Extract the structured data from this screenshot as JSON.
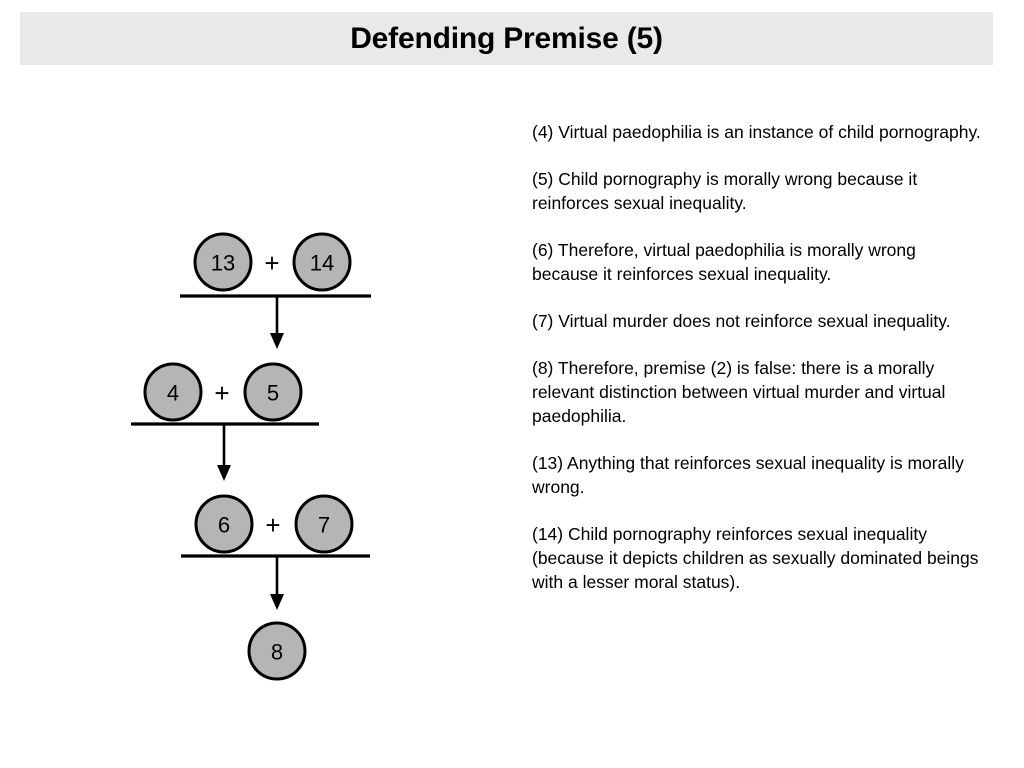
{
  "slide": {
    "title": "Defending Premise (5)",
    "background_color": "#ffffff",
    "banner_color": "#e9e9e9"
  },
  "diagram": {
    "node_fill_color": "#b5b5b5",
    "node_stroke_color": "#000000",
    "operator": "+",
    "rows": [
      {
        "id": "row-premises-13-14",
        "nodes": [
          {
            "id": "node-13",
            "label": "13"
          },
          {
            "id": "node-14",
            "label": "14"
          }
        ]
      },
      {
        "id": "row-premises-4-5",
        "nodes": [
          {
            "id": "node-4",
            "label": "4"
          },
          {
            "id": "node-5",
            "label": "5"
          }
        ]
      },
      {
        "id": "row-premises-6-7",
        "nodes": [
          {
            "id": "node-6",
            "label": "6"
          },
          {
            "id": "node-7",
            "label": "7"
          }
        ]
      },
      {
        "id": "row-conclusion-8",
        "nodes": [
          {
            "id": "node-8",
            "label": "8"
          }
        ]
      }
    ]
  },
  "premises": [
    {
      "id": "premise-4",
      "text": "(4) Virtual paedophilia is an instance of child pornography."
    },
    {
      "id": "premise-5",
      "text": "(5) Child pornography is morally wrong because it reinforces sexual inequality."
    },
    {
      "id": "premise-6",
      "text": "(6) Therefore, virtual paedophilia is morally wrong because it reinforces sexual inequality."
    },
    {
      "id": "premise-7",
      "text": "(7) Virtual murder does not reinforce sexual inequality."
    },
    {
      "id": "premise-8",
      "text": "(8) Therefore, premise (2) is false: there is a morally relevant distinction between virtual murder and virtual paedophilia."
    },
    {
      "id": "premise-13",
      "text": "(13) Anything that reinforces sexual inequality is morally wrong."
    },
    {
      "id": "premise-14",
      "text": "(14) Child pornography reinforces sexual inequality (because it depicts children as sexually dominated beings with a lesser moral status)."
    }
  ]
}
